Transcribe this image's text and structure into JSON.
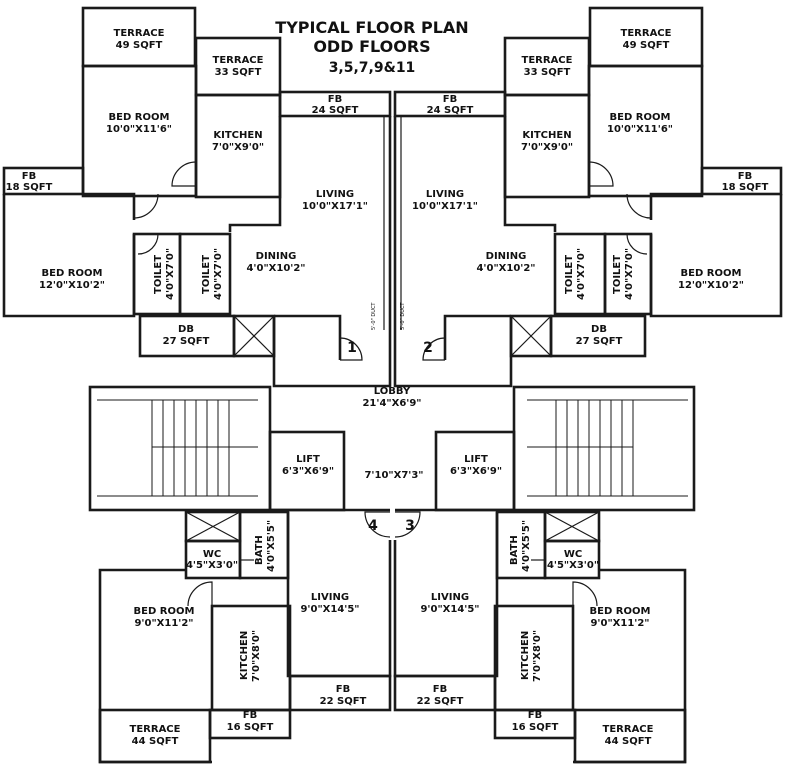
{
  "title": {
    "line1": "TYPICAL FLOOR PLAN",
    "line2": "ODD FLOORS",
    "line3": "3,5,7,9&11"
  },
  "flat1": {
    "terrace_big": {
      "name": "TERRACE",
      "size": "49 SQFT"
    },
    "terrace_small": {
      "name": "TERRACE",
      "size": "33 SQFT"
    },
    "bedroom_top": {
      "name": "BED ROOM",
      "size": "10'0\"X11'6\""
    },
    "kitchen": {
      "name": "KITCHEN",
      "size": "7'0\"X9'0\""
    },
    "fb_top": {
      "name": "FB",
      "size": "24 SQFT"
    },
    "fb_side": {
      "name": "FB",
      "size": "18 SQFT"
    },
    "living": {
      "name": "LIVING",
      "size": "10'0\"X17'1\""
    },
    "dining": {
      "name": "DINING",
      "size": "4'0\"X10'2\""
    },
    "bedroom_side": {
      "name": "BED ROOM",
      "size": "12'0\"X10'2\""
    },
    "toilet_a": {
      "name": "TOILET",
      "size": "4'0\"X7'0\""
    },
    "toilet_b": {
      "name": "TOILET",
      "size": "4'0\"X7'0\""
    },
    "db": {
      "name": "DB",
      "size": "27 SQFT"
    },
    "number": "1"
  },
  "flat2": {
    "terrace_big": {
      "name": "TERRACE",
      "size": "49 SQFT"
    },
    "terrace_small": {
      "name": "TERRACE",
      "size": "33 SQFT"
    },
    "bedroom_top": {
      "name": "BED ROOM",
      "size": "10'0\"X11'6\""
    },
    "kitchen": {
      "name": "KITCHEN",
      "size": "7'0\"X9'0\""
    },
    "fb_top": {
      "name": "FB",
      "size": "24 SQFT"
    },
    "fb_side": {
      "name": "FB",
      "size": "18 SQFT"
    },
    "living": {
      "name": "LIVING",
      "size": "10'0\"X17'1\""
    },
    "dining": {
      "name": "DINING",
      "size": "4'0\"X10'2\""
    },
    "bedroom_side": {
      "name": "BED ROOM",
      "size": "12'0\"X10'2\""
    },
    "toilet_a": {
      "name": "TOILET",
      "size": "4'0\"X7'0\""
    },
    "toilet_b": {
      "name": "TOILET",
      "size": "4'0\"X7'0\""
    },
    "db": {
      "name": "DB",
      "size": "27 SQFT"
    },
    "number": "2"
  },
  "core": {
    "shaft_label": "5'-0\" DUCT",
    "lobby": {
      "name": "LOBBY",
      "size": "21'4\"X6'9\""
    },
    "lift_left": {
      "name": "LIFT",
      "size": "6'3\"X6'9\""
    },
    "lift_right": {
      "name": "LIFT",
      "size": "6'3\"X6'9\""
    },
    "passage_size": "7'10\"X7'3\""
  },
  "flat4": {
    "wc": {
      "name": "WC",
      "size": "4'5\"X3'0\""
    },
    "bath": {
      "name": "BATH",
      "size": "4'0\"X5'5\""
    },
    "bedroom": {
      "name": "BED ROOM",
      "size": "9'0\"X11'2\""
    },
    "living": {
      "name": "LIVING",
      "size": "9'0\"X14'5\""
    },
    "kitchen": {
      "name": "KITCHEN",
      "size": "7'0\"X8'0\""
    },
    "fb_big": {
      "name": "FB",
      "size": "22 SQFT"
    },
    "fb_small": {
      "name": "FB",
      "size": "16 SQFT"
    },
    "terrace": {
      "name": "TERRACE",
      "size": "44 SQFT"
    },
    "number": "4"
  },
  "flat3": {
    "wc": {
      "name": "WC",
      "size": "4'5\"X3'0\""
    },
    "bath": {
      "name": "BATH",
      "size": "4'0\"X5'5\""
    },
    "bedroom": {
      "name": "BED ROOM",
      "size": "9'0\"X11'2\""
    },
    "living": {
      "name": "LIVING",
      "size": "9'0\"X14'5\""
    },
    "kitchen": {
      "name": "KITCHEN",
      "size": "7'0\"X8'0\""
    },
    "fb_big": {
      "name": "FB",
      "size": "22 SQFT"
    },
    "fb_small": {
      "name": "FB",
      "size": "16 SQFT"
    },
    "terrace": {
      "name": "TERRACE",
      "size": "44 SQFT"
    },
    "number": "3"
  }
}
